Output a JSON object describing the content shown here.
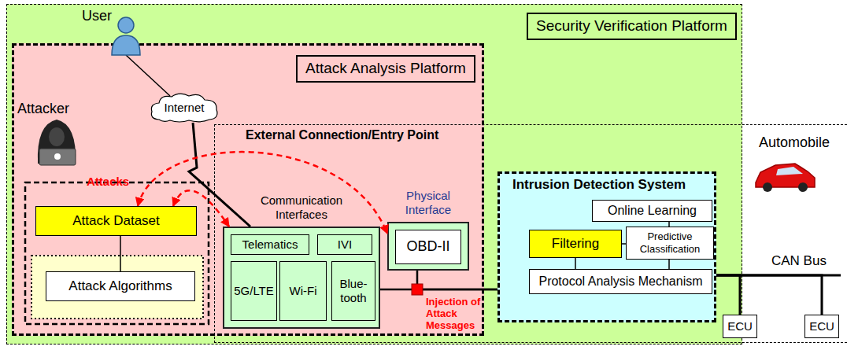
{
  "diagram": {
    "nodes": [
      {
        "text": [
          "Security Verification Platform"
        ]
      },
      {
        "text": [
          "Attack Analysis Platform"
        ],
        "in": 0
      },
      {
        "text": [
          "Automobile"
        ],
        "in": 0
      },
      {
        "text": [
          "Internet"
        ],
        "in": 1
      },
      {
        "text": [
          "Attack Dataset"
        ],
        "in": 1
      },
      {
        "text": [
          "Attack Algorithms"
        ],
        "in": 1
      },
      {
        "text": [
          "Communication Interfaces"
        ],
        "in": 1
      },
      {
        "text": [
          "Telematics"
        ],
        "in": 6
      },
      {
        "text": [
          "IVI"
        ],
        "in": 6
      },
      {
        "text": [
          "5G/LTE"
        ],
        "in": 6
      },
      {
        "text": [
          "Wi-Fi"
        ],
        "in": 6
      },
      {
        "text": [
          "Blue-tooth"
        ],
        "in": 6
      },
      {
        "text": [
          "Physical Interface"
        ],
        "in": 1
      },
      {
        "text": [
          "OBD-II"
        ],
        "in": 12
      },
      {
        "text": [
          "Intrusion Detection System"
        ],
        "in": 2
      },
      {
        "text": [
          "Online Learning"
        ],
        "in": 14
      },
      {
        "text": [
          "Filtering"
        ],
        "in": 14
      },
      {
        "text": [
          "Predictive Classification"
        ],
        "in": 14
      },
      {
        "text": [
          "Protocol Analysis Mechanism"
        ],
        "in": 14
      },
      {
        "text": [
          "ECU"
        ],
        "in": 2
      },
      {
        "text": [
          "ECU"
        ],
        "in": 2
      }
    ],
    "edges": [
      {
        "from": 3,
        "to": 6,
        "arrow": "none"
      },
      {
        "from": 4,
        "to": 6,
        "arrow": "both"
      },
      {
        "from": 4,
        "to": 12,
        "arrow": "both"
      },
      {
        "from": 4,
        "to": 5,
        "arrow": "none"
      },
      {
        "from": 6,
        "to": 14,
        "arrow": "none"
      },
      {
        "from": 12,
        "to": 14,
        "arrow": "none"
      },
      {
        "from": 15,
        "to": 17,
        "arrow": "none"
      },
      {
        "from": 16,
        "to": 17,
        "arrow": "none"
      },
      {
        "from": 16,
        "to": 18,
        "arrow": "none"
      },
      {
        "from": 17,
        "to": 18,
        "arrow": "none"
      },
      {
        "from": 14,
        "to": 19,
        "arrow": "none"
      },
      {
        "from": 14,
        "to": 20,
        "arrow": "none"
      }
    ],
    "labels": [
      "User",
      "Attacker",
      "Attacks",
      "External Connection/Entry Point",
      "Injection of Attack Messages",
      "CAN Bus"
    ]
  }
}
